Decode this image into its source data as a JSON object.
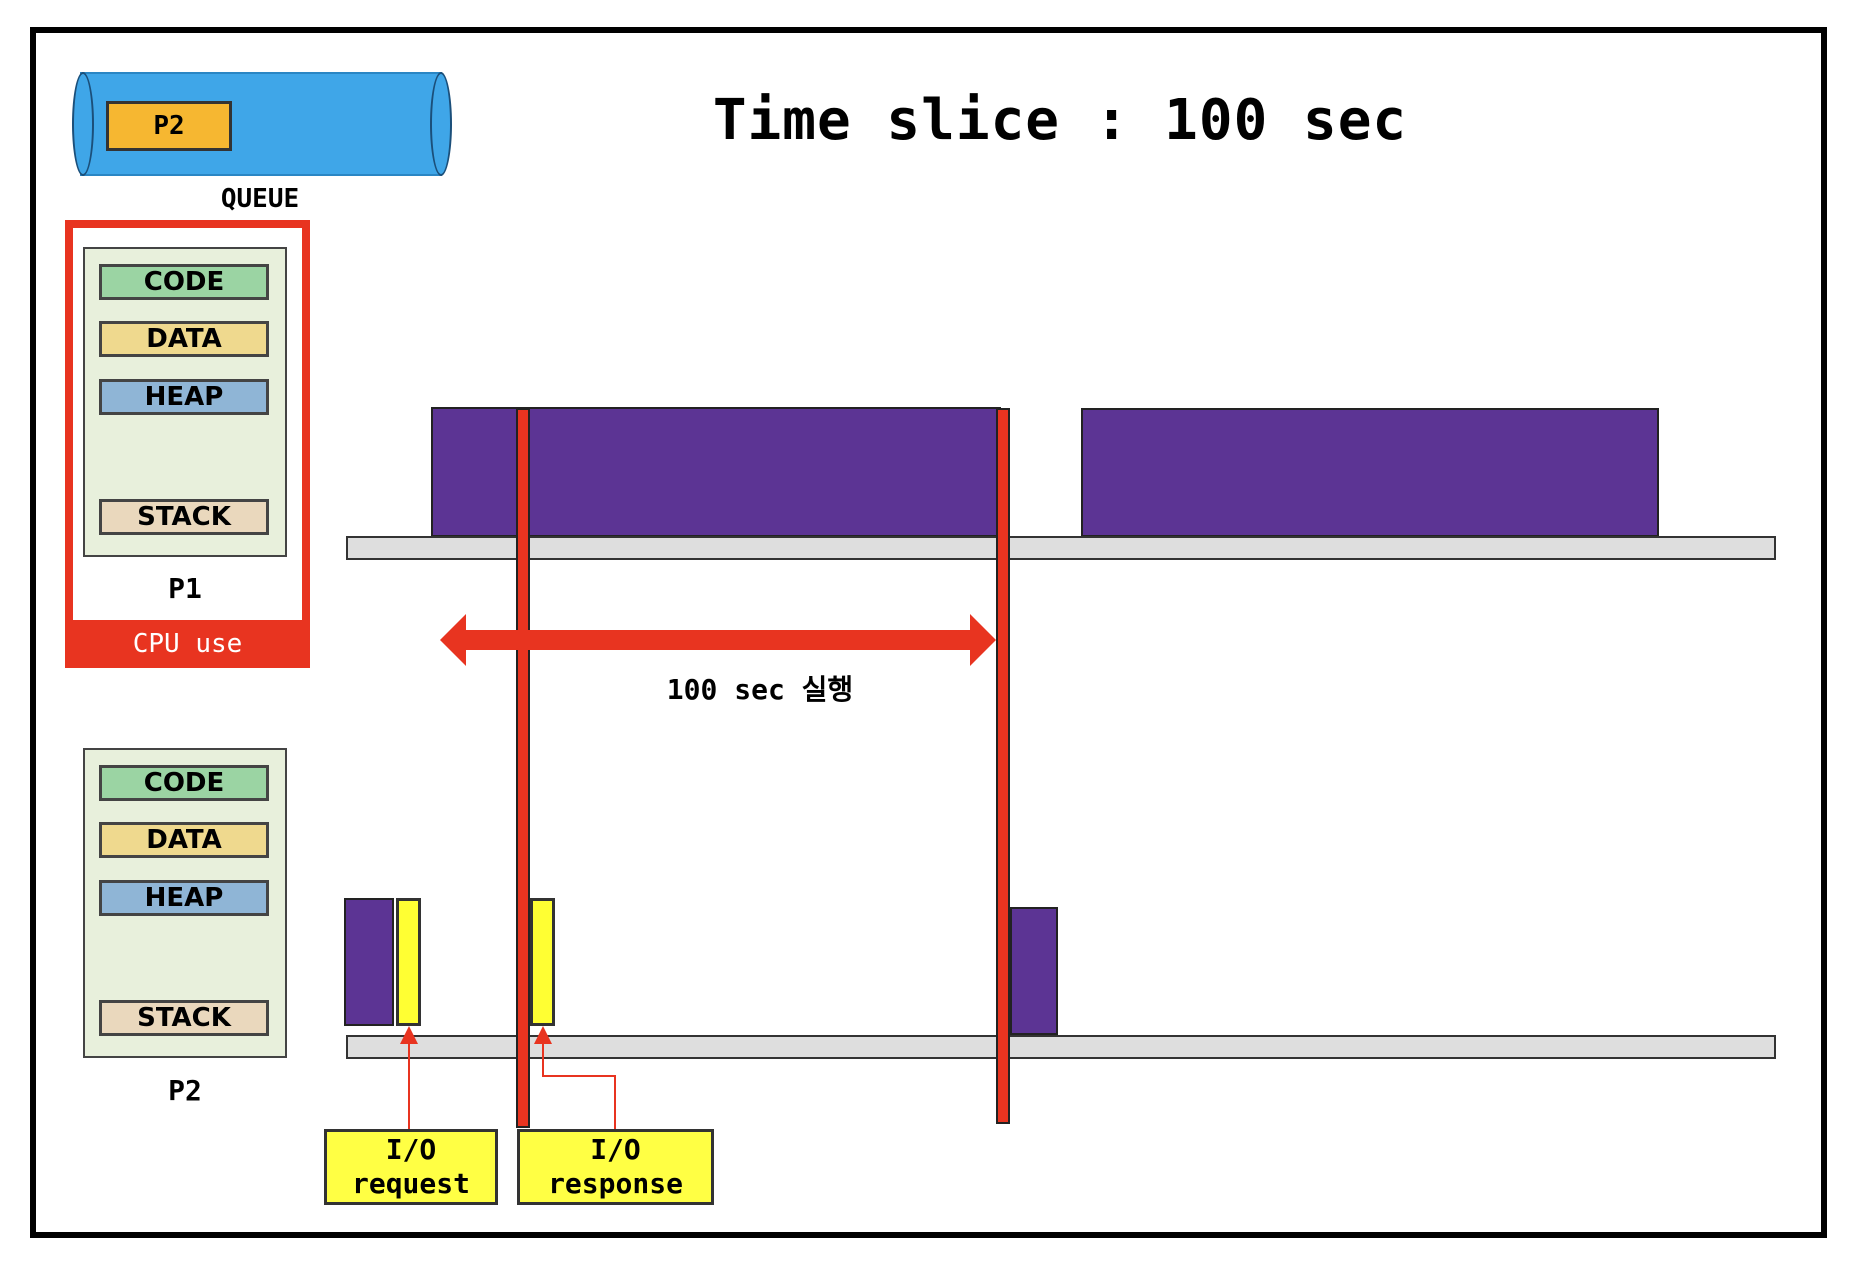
{
  "title": "Time slice : 100 sec",
  "queue": {
    "label": "QUEUE",
    "items": [
      "P2"
    ]
  },
  "processes": [
    {
      "name": "P1",
      "segments": [
        "CODE",
        "DATA",
        "HEAP",
        "STACK"
      ],
      "status": "CPU use"
    },
    {
      "name": "P2",
      "segments": [
        "CODE",
        "DATA",
        "HEAP",
        "STACK"
      ]
    }
  ],
  "execution_label": "100 sec 실행",
  "io": {
    "request_line1": "I/O",
    "request_line2": "request",
    "response_line1": "I/O",
    "response_line2": "response"
  },
  "colors": {
    "cpu_burst": "#5c3494",
    "io_burst": "#ffff33",
    "context_switch": "#e83420",
    "queue": "#3fa6e8",
    "queue_item": "#f6b731"
  }
}
